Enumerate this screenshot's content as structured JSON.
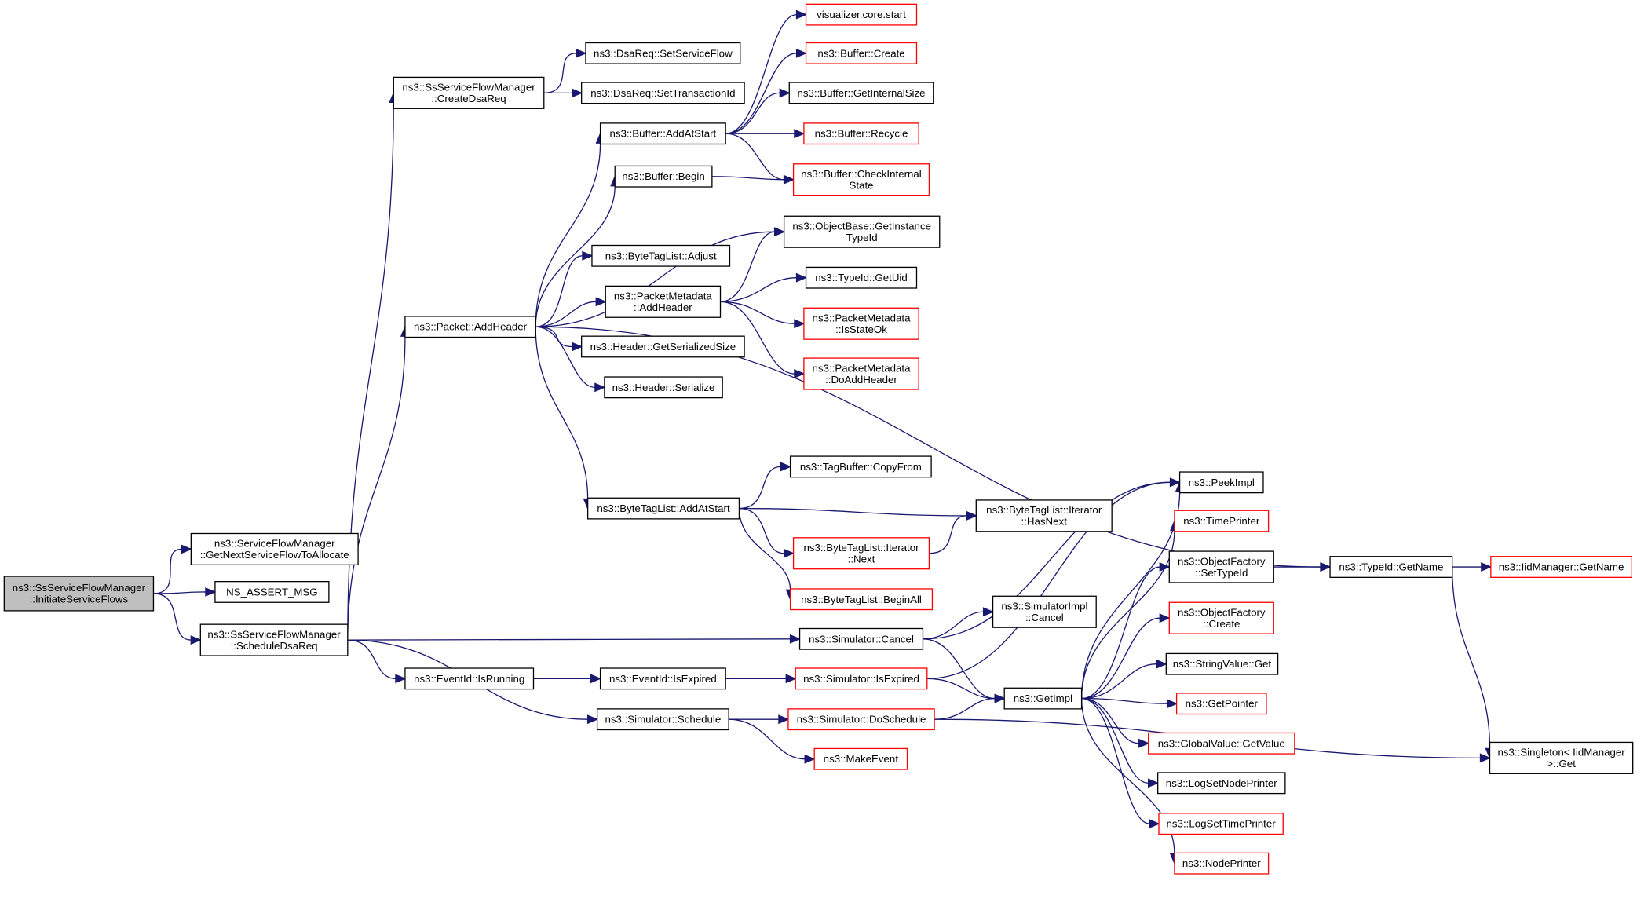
{
  "graph": {
    "title": "",
    "colors": {
      "edge": "#191970",
      "box_border": "#000000",
      "unresolved_border": "#ff0000",
      "root_fill": "#bfbfbf"
    },
    "nodes": [
      {
        "id": "initiate",
        "label": [
          "ns3::SsServiceFlowManager",
          "::InitiateServiceFlows"
        ],
        "style": "root"
      },
      {
        "id": "getnext",
        "label": [
          "ns3::ServiceFlowManager",
          "::GetNextServiceFlowToAllocate"
        ],
        "style": "normal"
      },
      {
        "id": "nsassert",
        "label": [
          "NS_ASSERT_MSG"
        ],
        "style": "normal"
      },
      {
        "id": "scheduledsa",
        "label": [
          "ns3::SsServiceFlowManager",
          "::ScheduleDsaReq"
        ],
        "style": "normal"
      },
      {
        "id": "createdsa",
        "label": [
          "ns3::SsServiceFlowManager",
          "::CreateDsaReq"
        ],
        "style": "normal"
      },
      {
        "id": "addheader",
        "label": [
          "ns3::Packet::AddHeader"
        ],
        "style": "normal"
      },
      {
        "id": "evisrunning",
        "label": [
          "ns3::EventId::IsRunning"
        ],
        "style": "normal"
      },
      {
        "id": "dsaservice",
        "label": [
          "ns3::DsaReq::SetServiceFlow"
        ],
        "style": "normal"
      },
      {
        "id": "dsatrans",
        "label": [
          "ns3::DsaReq::SetTransactionId"
        ],
        "style": "normal"
      },
      {
        "id": "bufaddstart",
        "label": [
          "ns3::Buffer::AddAtStart"
        ],
        "style": "normal"
      },
      {
        "id": "bufbegin",
        "label": [
          "ns3::Buffer::Begin"
        ],
        "style": "normal"
      },
      {
        "id": "btladjust",
        "label": [
          "ns3::ByteTagList::Adjust"
        ],
        "style": "normal"
      },
      {
        "id": "pmaddheader",
        "label": [
          "ns3::PacketMetadata",
          "::AddHeader"
        ],
        "style": "normal"
      },
      {
        "id": "hdrsersize",
        "label": [
          "ns3::Header::GetSerializedSize"
        ],
        "style": "normal"
      },
      {
        "id": "hdrserialize",
        "label": [
          "ns3::Header::Serialize"
        ],
        "style": "normal"
      },
      {
        "id": "btladdstart",
        "label": [
          "ns3::ByteTagList::AddAtStart"
        ],
        "style": "normal"
      },
      {
        "id": "evisexpired",
        "label": [
          "ns3::EventId::IsExpired"
        ],
        "style": "normal"
      },
      {
        "id": "simschedule",
        "label": [
          "ns3::Simulator::Schedule"
        ],
        "style": "normal"
      },
      {
        "id": "vizstart",
        "label": [
          "visualizer.core.start"
        ],
        "style": "red"
      },
      {
        "id": "bufcreate",
        "label": [
          "ns3::Buffer::Create"
        ],
        "style": "red"
      },
      {
        "id": "bufinternalsize",
        "label": [
          "ns3::Buffer::GetInternalSize"
        ],
        "style": "normal"
      },
      {
        "id": "bufrecycle",
        "label": [
          "ns3::Buffer::Recycle"
        ],
        "style": "red"
      },
      {
        "id": "bufcheck",
        "label": [
          "ns3::Buffer::CheckInternal",
          "State"
        ],
        "style": "red"
      },
      {
        "id": "objbase",
        "label": [
          "ns3::ObjectBase::GetInstance",
          "TypeId"
        ],
        "style": "normal"
      },
      {
        "id": "typeiduid",
        "label": [
          "ns3::TypeId::GetUid"
        ],
        "style": "normal"
      },
      {
        "id": "pmisstateok",
        "label": [
          "ns3::PacketMetadata",
          "::IsStateOk"
        ],
        "style": "red"
      },
      {
        "id": "pmdoadd",
        "label": [
          "ns3::PacketMetadata",
          "::DoAddHeader"
        ],
        "style": "red"
      },
      {
        "id": "tagcopy",
        "label": [
          "ns3::TagBuffer::CopyFrom"
        ],
        "style": "normal"
      },
      {
        "id": "btlnext",
        "label": [
          "ns3::ByteTagList::Iterator",
          "::Next"
        ],
        "style": "red"
      },
      {
        "id": "btlbeginall",
        "label": [
          "ns3::ByteTagList::BeginAll"
        ],
        "style": "red"
      },
      {
        "id": "simcancel",
        "label": [
          "ns3::Simulator::Cancel"
        ],
        "style": "normal"
      },
      {
        "id": "simisexpired",
        "label": [
          "ns3::Simulator::IsExpired"
        ],
        "style": "red"
      },
      {
        "id": "simdoschedule",
        "label": [
          "ns3::Simulator::DoSchedule"
        ],
        "style": "red"
      },
      {
        "id": "makeevent",
        "label": [
          "ns3::MakeEvent"
        ],
        "style": "red"
      },
      {
        "id": "btlhasnext",
        "label": [
          "ns3::ByteTagList::Iterator",
          "::HasNext"
        ],
        "style": "normal"
      },
      {
        "id": "simimplcancel",
        "label": [
          "ns3::SimulatorImpl",
          "::Cancel"
        ],
        "style": "normal"
      },
      {
        "id": "getimpl",
        "label": [
          "ns3::GetImpl"
        ],
        "style": "normal"
      },
      {
        "id": "peekimpl",
        "label": [
          "ns3::PeekImpl"
        ],
        "style": "normal"
      },
      {
        "id": "timeprinter",
        "label": [
          "ns3::TimePrinter"
        ],
        "style": "red"
      },
      {
        "id": "ofsettypeid",
        "label": [
          "ns3::ObjectFactory",
          "::SetTypeId"
        ],
        "style": "normal"
      },
      {
        "id": "ofcreate",
        "label": [
          "ns3::ObjectFactory",
          "::Create"
        ],
        "style": "red"
      },
      {
        "id": "strvalget",
        "label": [
          "ns3::StringValue::Get"
        ],
        "style": "normal"
      },
      {
        "id": "getpointer",
        "label": [
          "ns3::GetPointer"
        ],
        "style": "red"
      },
      {
        "id": "gvgetvalue",
        "label": [
          "ns3::GlobalValue::GetValue"
        ],
        "style": "red"
      },
      {
        "id": "lognodeprinter",
        "label": [
          "ns3::LogSetNodePrinter"
        ],
        "style": "normal"
      },
      {
        "id": "logtimeprinter",
        "label": [
          "ns3::LogSetTimePrinter"
        ],
        "style": "red"
      },
      {
        "id": "nodeprinter",
        "label": [
          "ns3::NodePrinter"
        ],
        "style": "red"
      },
      {
        "id": "typeidgetname",
        "label": [
          "ns3::TypeId::GetName"
        ],
        "style": "normal"
      },
      {
        "id": "iidgetname",
        "label": [
          "ns3::IidManager::GetName"
        ],
        "style": "red"
      },
      {
        "id": "singletonget",
        "label": [
          "ns3::Singleton< IidManager",
          ">::Get"
        ],
        "style": "normal"
      }
    ],
    "edges": [
      [
        "initiate",
        "getnext"
      ],
      [
        "initiate",
        "nsassert"
      ],
      [
        "initiate",
        "scheduledsa"
      ],
      [
        "scheduledsa",
        "createdsa"
      ],
      [
        "scheduledsa",
        "addheader"
      ],
      [
        "scheduledsa",
        "evisrunning"
      ],
      [
        "scheduledsa",
        "simcancel"
      ],
      [
        "scheduledsa",
        "simschedule"
      ],
      [
        "createdsa",
        "dsaservice"
      ],
      [
        "createdsa",
        "dsatrans"
      ],
      [
        "addheader",
        "bufaddstart"
      ],
      [
        "addheader",
        "bufbegin"
      ],
      [
        "addheader",
        "objbase"
      ],
      [
        "addheader",
        "btladjust"
      ],
      [
        "addheader",
        "pmaddheader"
      ],
      [
        "addheader",
        "hdrsersize"
      ],
      [
        "addheader",
        "hdrserialize"
      ],
      [
        "addheader",
        "typeidgetname"
      ],
      [
        "addheader",
        "btladdstart"
      ],
      [
        "bufaddstart",
        "vizstart"
      ],
      [
        "bufaddstart",
        "bufcreate"
      ],
      [
        "bufaddstart",
        "bufinternalsize"
      ],
      [
        "bufaddstart",
        "bufrecycle"
      ],
      [
        "bufaddstart",
        "bufcheck"
      ],
      [
        "bufbegin",
        "bufcheck"
      ],
      [
        "pmaddheader",
        "objbase"
      ],
      [
        "pmaddheader",
        "typeiduid"
      ],
      [
        "pmaddheader",
        "pmisstateok"
      ],
      [
        "pmaddheader",
        "pmdoadd"
      ],
      [
        "btladdstart",
        "tagcopy"
      ],
      [
        "btladdstart",
        "btlhasnext"
      ],
      [
        "btladdstart",
        "btlnext"
      ],
      [
        "btladdstart",
        "btlbeginall"
      ],
      [
        "btlnext",
        "btlhasnext"
      ],
      [
        "evisrunning",
        "evisexpired"
      ],
      [
        "evisexpired",
        "simisexpired"
      ],
      [
        "simschedule",
        "simdoschedule"
      ],
      [
        "simschedule",
        "makeevent"
      ],
      [
        "simcancel",
        "peekimpl"
      ],
      [
        "simcancel",
        "simimplcancel"
      ],
      [
        "simcancel",
        "getimpl"
      ],
      [
        "simisexpired",
        "peekimpl"
      ],
      [
        "simisexpired",
        "getimpl"
      ],
      [
        "simdoschedule",
        "getimpl"
      ],
      [
        "simdoschedule",
        "singletonget"
      ],
      [
        "getimpl",
        "peekimpl"
      ],
      [
        "getimpl",
        "timeprinter"
      ],
      [
        "getimpl",
        "ofsettypeid"
      ],
      [
        "getimpl",
        "ofcreate"
      ],
      [
        "getimpl",
        "strvalget"
      ],
      [
        "getimpl",
        "getpointer"
      ],
      [
        "getimpl",
        "gvgetvalue"
      ],
      [
        "getimpl",
        "lognodeprinter"
      ],
      [
        "getimpl",
        "logtimeprinter"
      ],
      [
        "getimpl",
        "nodeprinter"
      ],
      [
        "ofsettypeid",
        "typeidgetname"
      ],
      [
        "typeidgetname",
        "iidgetname"
      ],
      [
        "typeidgetname",
        "singletonget"
      ]
    ]
  }
}
